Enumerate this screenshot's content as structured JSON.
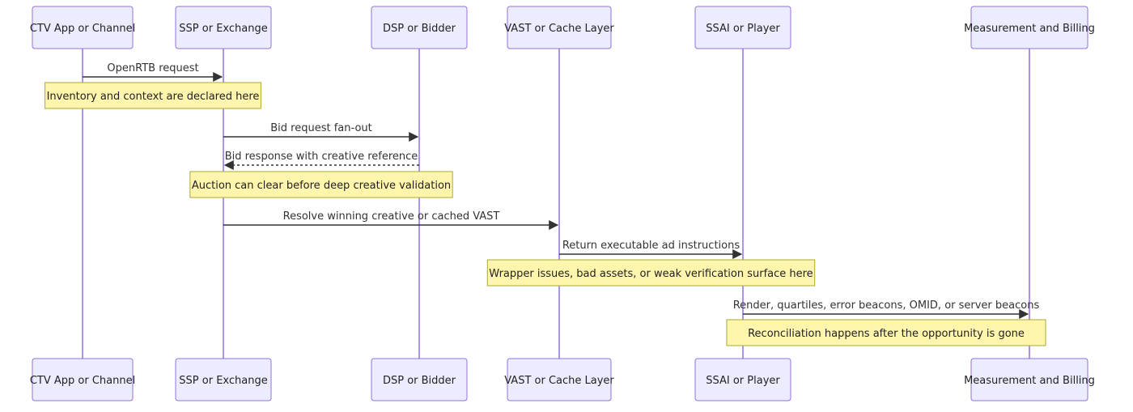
{
  "participants": [
    {
      "id": "ctv",
      "label": "CTV App or Channel"
    },
    {
      "id": "ssp",
      "label": "SSP or Exchange"
    },
    {
      "id": "dsp",
      "label": "DSP or Bidder"
    },
    {
      "id": "vast",
      "label": "VAST or Cache Layer"
    },
    {
      "id": "ssai",
      "label": "SSAI or Player"
    },
    {
      "id": "meas",
      "label": "Measurement and Billing"
    }
  ],
  "steps": [
    {
      "kind": "message",
      "from": "ctv",
      "to": "ssp",
      "style": "solid",
      "label": "OpenRTB request"
    },
    {
      "kind": "note",
      "over": [
        "ctv",
        "ssp"
      ],
      "label": "Inventory and context are declared here"
    },
    {
      "kind": "message",
      "from": "ssp",
      "to": "dsp",
      "style": "solid",
      "label": "Bid request fan-out"
    },
    {
      "kind": "message",
      "from": "dsp",
      "to": "ssp",
      "style": "dashed",
      "label": "Bid response with creative reference"
    },
    {
      "kind": "note",
      "over": [
        "ssp",
        "dsp"
      ],
      "label": "Auction can clear before deep creative validation"
    },
    {
      "kind": "message",
      "from": "ssp",
      "to": "vast",
      "style": "solid",
      "label": "Resolve winning creative or cached VAST"
    },
    {
      "kind": "message",
      "from": "vast",
      "to": "ssai",
      "style": "solid",
      "label": "Return executable ad instructions"
    },
    {
      "kind": "note",
      "over": [
        "vast",
        "ssai"
      ],
      "label": "Wrapper issues, bad assets, or weak verification surface here"
    },
    {
      "kind": "message",
      "from": "ssai",
      "to": "meas",
      "style": "solid",
      "label": "Render, quartiles, error beacons, OMID, or server beacons"
    },
    {
      "kind": "note",
      "over": [
        "ssai",
        "meas"
      ],
      "label": "Reconciliation happens after the opportunity is gone"
    }
  ],
  "colors": {
    "actor_fill": "#ECECFF",
    "actor_border": "#9370DB",
    "lifeline": "#9370DB",
    "message": "#333333",
    "note_fill": "#FFF5AD",
    "note_border": "#AAAA33"
  }
}
